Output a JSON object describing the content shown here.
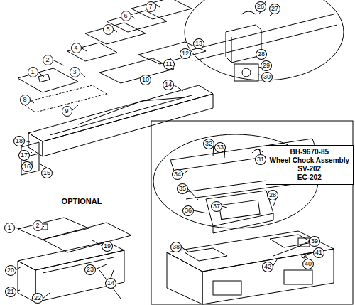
{
  "diagram": {
    "nodes": [
      {
        "text": [
          "BH-9670-85",
          "Wheel Chock Assembly",
          "SV-202",
          "EC-202"
        ]
      }
    ],
    "labels": [
      "7",
      "26",
      "27",
      "6",
      "5",
      "4",
      "13",
      "12",
      "28",
      "2",
      "1",
      "3",
      "11",
      "29",
      "30",
      "10",
      "14",
      "8",
      "9",
      "18",
      "17",
      "16",
      "15",
      "32",
      "33",
      "31",
      "26",
      "27",
      "34",
      "35",
      "28",
      "OPTIONAL",
      "37",
      "36",
      "1",
      "2",
      "39",
      "19",
      "38",
      "41",
      "40",
      "42",
      "20",
      "23",
      "14",
      "21",
      "22"
    ]
  }
}
